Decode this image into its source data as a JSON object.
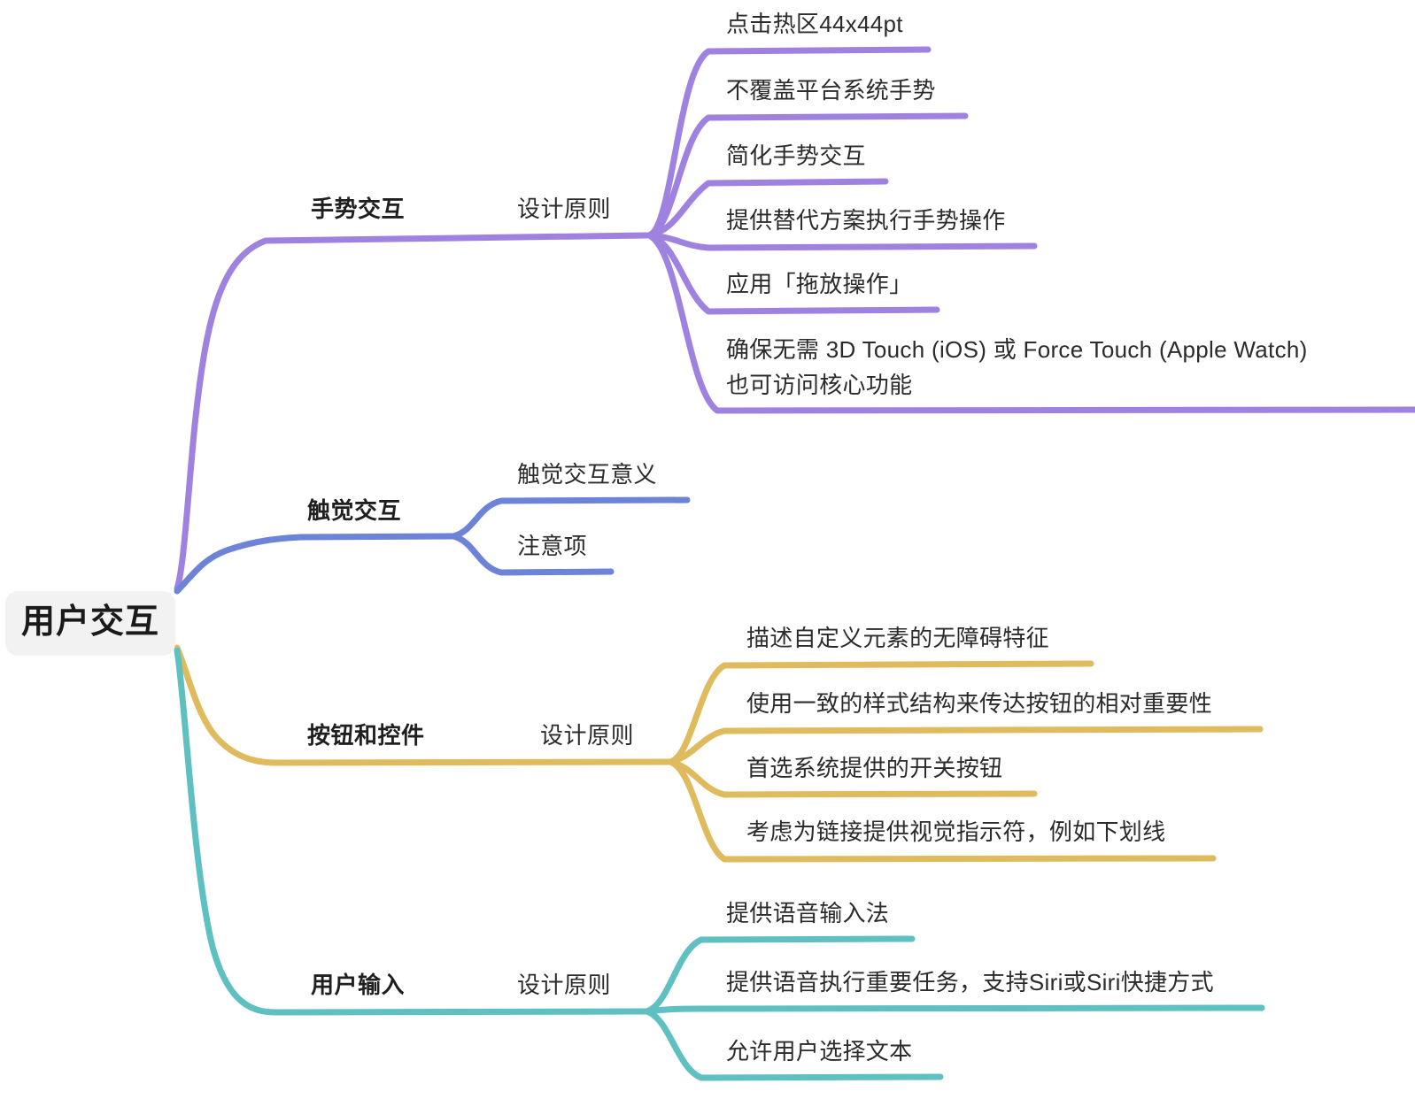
{
  "diagram": {
    "type": "mindmap",
    "title": "用户交互",
    "background": "#ffffff",
    "root": {
      "label": "用户交互",
      "background": "#f2f2f2",
      "text_color": "#1a1a1a"
    },
    "branches": [
      {
        "label": "手势交互",
        "color": "#9f82e0",
        "sub": {
          "label": "设计原则",
          "leaves": [
            {
              "label": "点击热区44x44pt"
            },
            {
              "label": "不覆盖平台系统手势"
            },
            {
              "label": "简化手势交互"
            },
            {
              "label": "提供替代方案执行手势操作"
            },
            {
              "label": "应用「拖放操作」"
            },
            {
              "label": "确保无需 3D Touch (iOS) 或 Force Touch (Apple Watch) 也可访问核心功能",
              "line1": "确保无需 3D Touch (iOS) 或 Force Touch (Apple Watch)",
              "line2": "也可访问核心功能"
            }
          ]
        }
      },
      {
        "label": "触觉交互",
        "color": "#6d83d8",
        "sub": null,
        "leaves": [
          {
            "label": "触觉交互意义"
          },
          {
            "label": "注意项"
          }
        ]
      },
      {
        "label": "按钮和控件",
        "color": "#dfbb5e",
        "sub": {
          "label": "设计原则",
          "leaves": [
            {
              "label": "描述自定义元素的无障碍特征"
            },
            {
              "label": "使用一致的样式结构来传达按钮的相对重要性"
            },
            {
              "label": "首选系统提供的开关按钮"
            },
            {
              "label": "考虑为链接提供视觉指示符，例如下划线"
            }
          ]
        }
      },
      {
        "label": "用户输入",
        "color": "#5ec0c0",
        "sub": {
          "label": "设计原则",
          "leaves": [
            {
              "label": "提供语音输入法"
            },
            {
              "label": "提供语音执行重要任务，支持Siri或Siri快捷方式"
            },
            {
              "label": "允许用户选择文本"
            }
          ]
        }
      }
    ]
  }
}
